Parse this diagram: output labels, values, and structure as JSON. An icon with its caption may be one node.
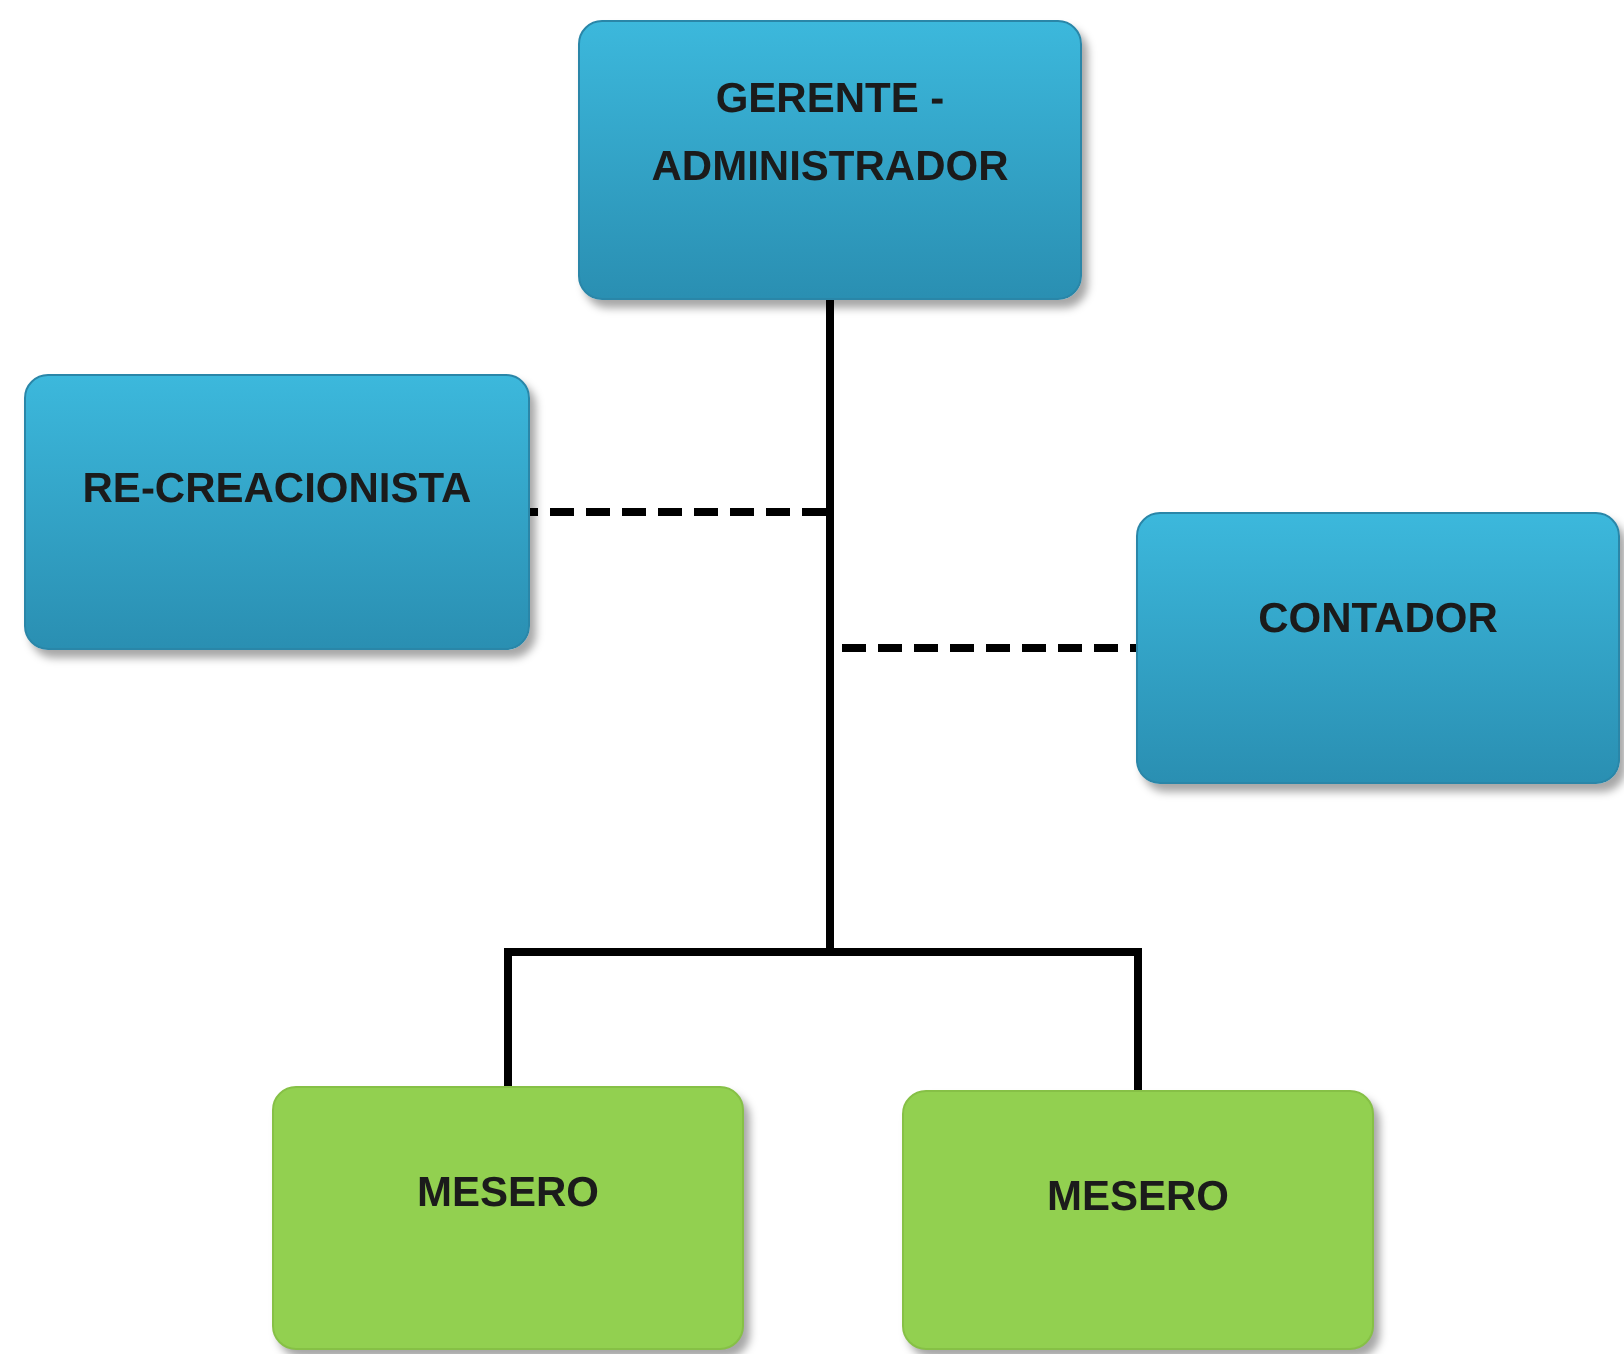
{
  "diagram": {
    "nodes": [
      {
        "text": [
          "GERENTE - ADMINISTRADOR"
        ]
      },
      {
        "text": [
          "RE-CREACIONISTA"
        ]
      },
      {
        "text": [
          "CONTADOR"
        ]
      },
      {
        "text": [
          "MESERO"
        ]
      },
      {
        "text": [
          "MESERO"
        ]
      }
    ],
    "edges": [
      {
        "from": 0,
        "to": 1,
        "arrow": "none",
        "style": "dashed"
      },
      {
        "from": 0,
        "to": 2,
        "arrow": "none",
        "style": "dashed"
      },
      {
        "from": 0,
        "to": 3,
        "arrow": "none"
      },
      {
        "from": 0,
        "to": 4,
        "arrow": "none"
      }
    ]
  }
}
